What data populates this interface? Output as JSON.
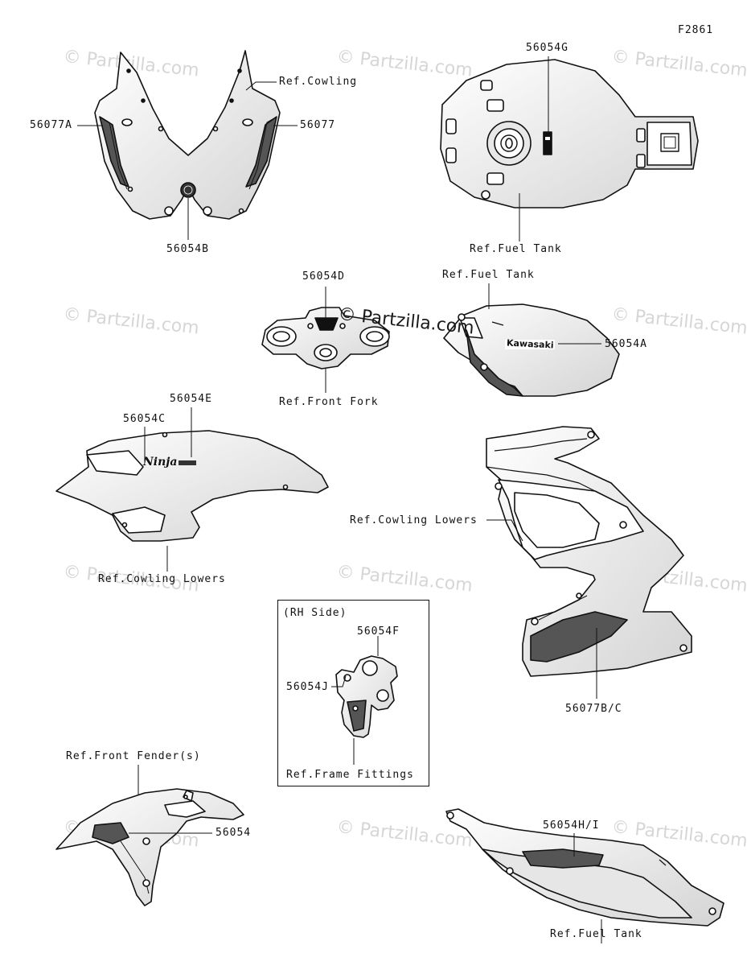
{
  "figure_code": "F2861",
  "watermark": {
    "text": "© Partzilla.com",
    "center_text": "© Partzilla.com"
  },
  "inset": {
    "title": "(RH Side)"
  },
  "labels": {
    "ref_cowling": "Ref.Cowling",
    "p56077A": "56077A",
    "p56077": "56077",
    "p56054B": "56054B",
    "p56054G": "56054G",
    "ref_fuel_tank_top": "Ref.Fuel Tank",
    "p56054D": "56054D",
    "ref_fuel_tank_mid": "Ref.Fuel Tank",
    "p56054A": "56054A",
    "ref_front_fork": "Ref.Front Fork",
    "p56054E": "56054E",
    "p56054C": "56054C",
    "ref_cowling_lowers_left": "Ref.Cowling Lowers",
    "ref_cowling_lowers_right": "Ref.Cowling Lowers",
    "p56054F": "56054F",
    "p56054J": "56054J",
    "ref_frame_fittings": "Ref.Frame Fittings",
    "p56077BC": "56077B/C",
    "ref_front_fender": "Ref.Front Fender(s)",
    "p56054": "56054",
    "p56054HI": "56054H/I",
    "ref_fuel_tank_bottom": "Ref.Fuel Tank"
  },
  "tank_decal_text": "Kawasaki",
  "ninja_decal_text": "Ninja"
}
